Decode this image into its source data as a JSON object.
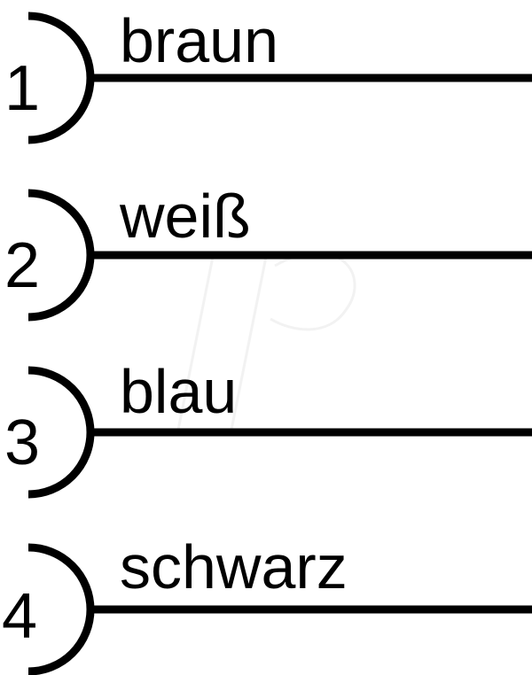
{
  "pins": [
    {
      "number": "1",
      "color_label": "braun"
    },
    {
      "number": "2",
      "color_label": "weiß"
    },
    {
      "number": "3",
      "color_label": "blau"
    },
    {
      "number": "4",
      "color_label": "schwarz"
    }
  ],
  "colors": {
    "line": "#000000",
    "background": "#ffffff",
    "watermark": "#f2f2f2"
  }
}
